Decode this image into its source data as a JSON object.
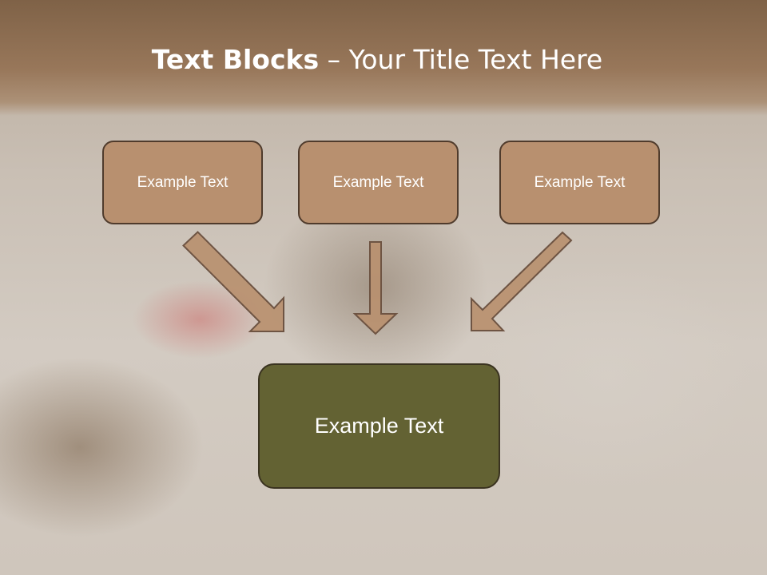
{
  "slide": {
    "title_bold": "Text Blocks",
    "title_rest": " – Your Title Text Here"
  },
  "blocks": {
    "top": [
      "Example Text",
      "Example Text",
      "Example Text"
    ],
    "bottom": "Example Text"
  },
  "colors": {
    "title_band": "#8c6d51",
    "top_box_fill": "#b8906f",
    "box_border": "#4f3b2c",
    "bottom_box_fill": "#636233",
    "arrow_fill": "#b8906f"
  }
}
